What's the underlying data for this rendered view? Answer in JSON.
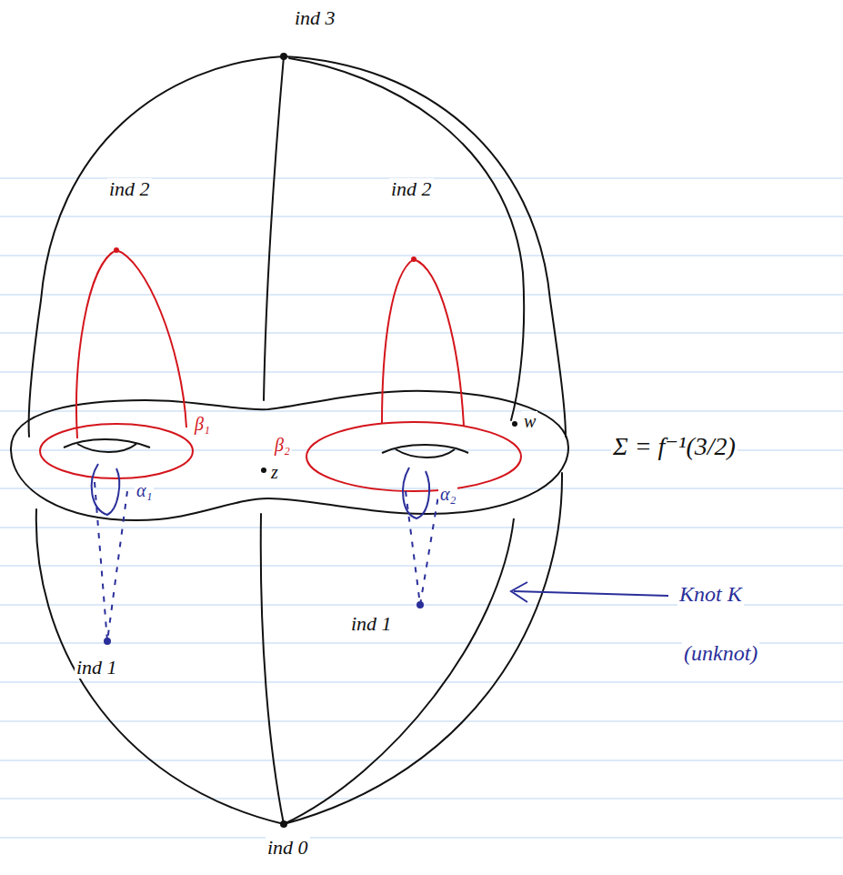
{
  "diagram": {
    "labels": [
      "ind 3",
      "ind 2",
      "ind 2",
      "β₁",
      "β₂",
      "α₁",
      "α₂",
      "z",
      "w",
      "Σ = f⁻¹(3/2)",
      "Knot K",
      "(unknot)",
      "ind 1",
      "ind 1",
      "ind 0"
    ]
  }
}
